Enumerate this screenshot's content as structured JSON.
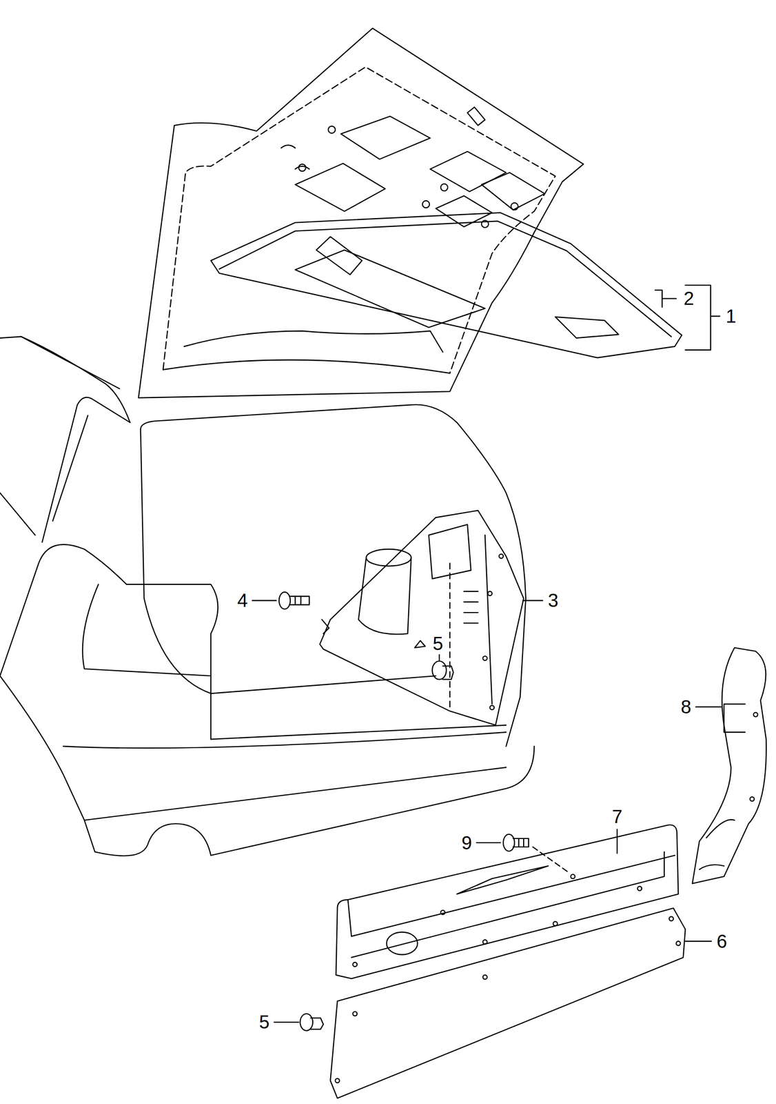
{
  "diagram": {
    "labels": [
      "2",
      "1",
      "4",
      "3",
      "5",
      "8",
      "7",
      "9",
      "6",
      "5"
    ]
  }
}
